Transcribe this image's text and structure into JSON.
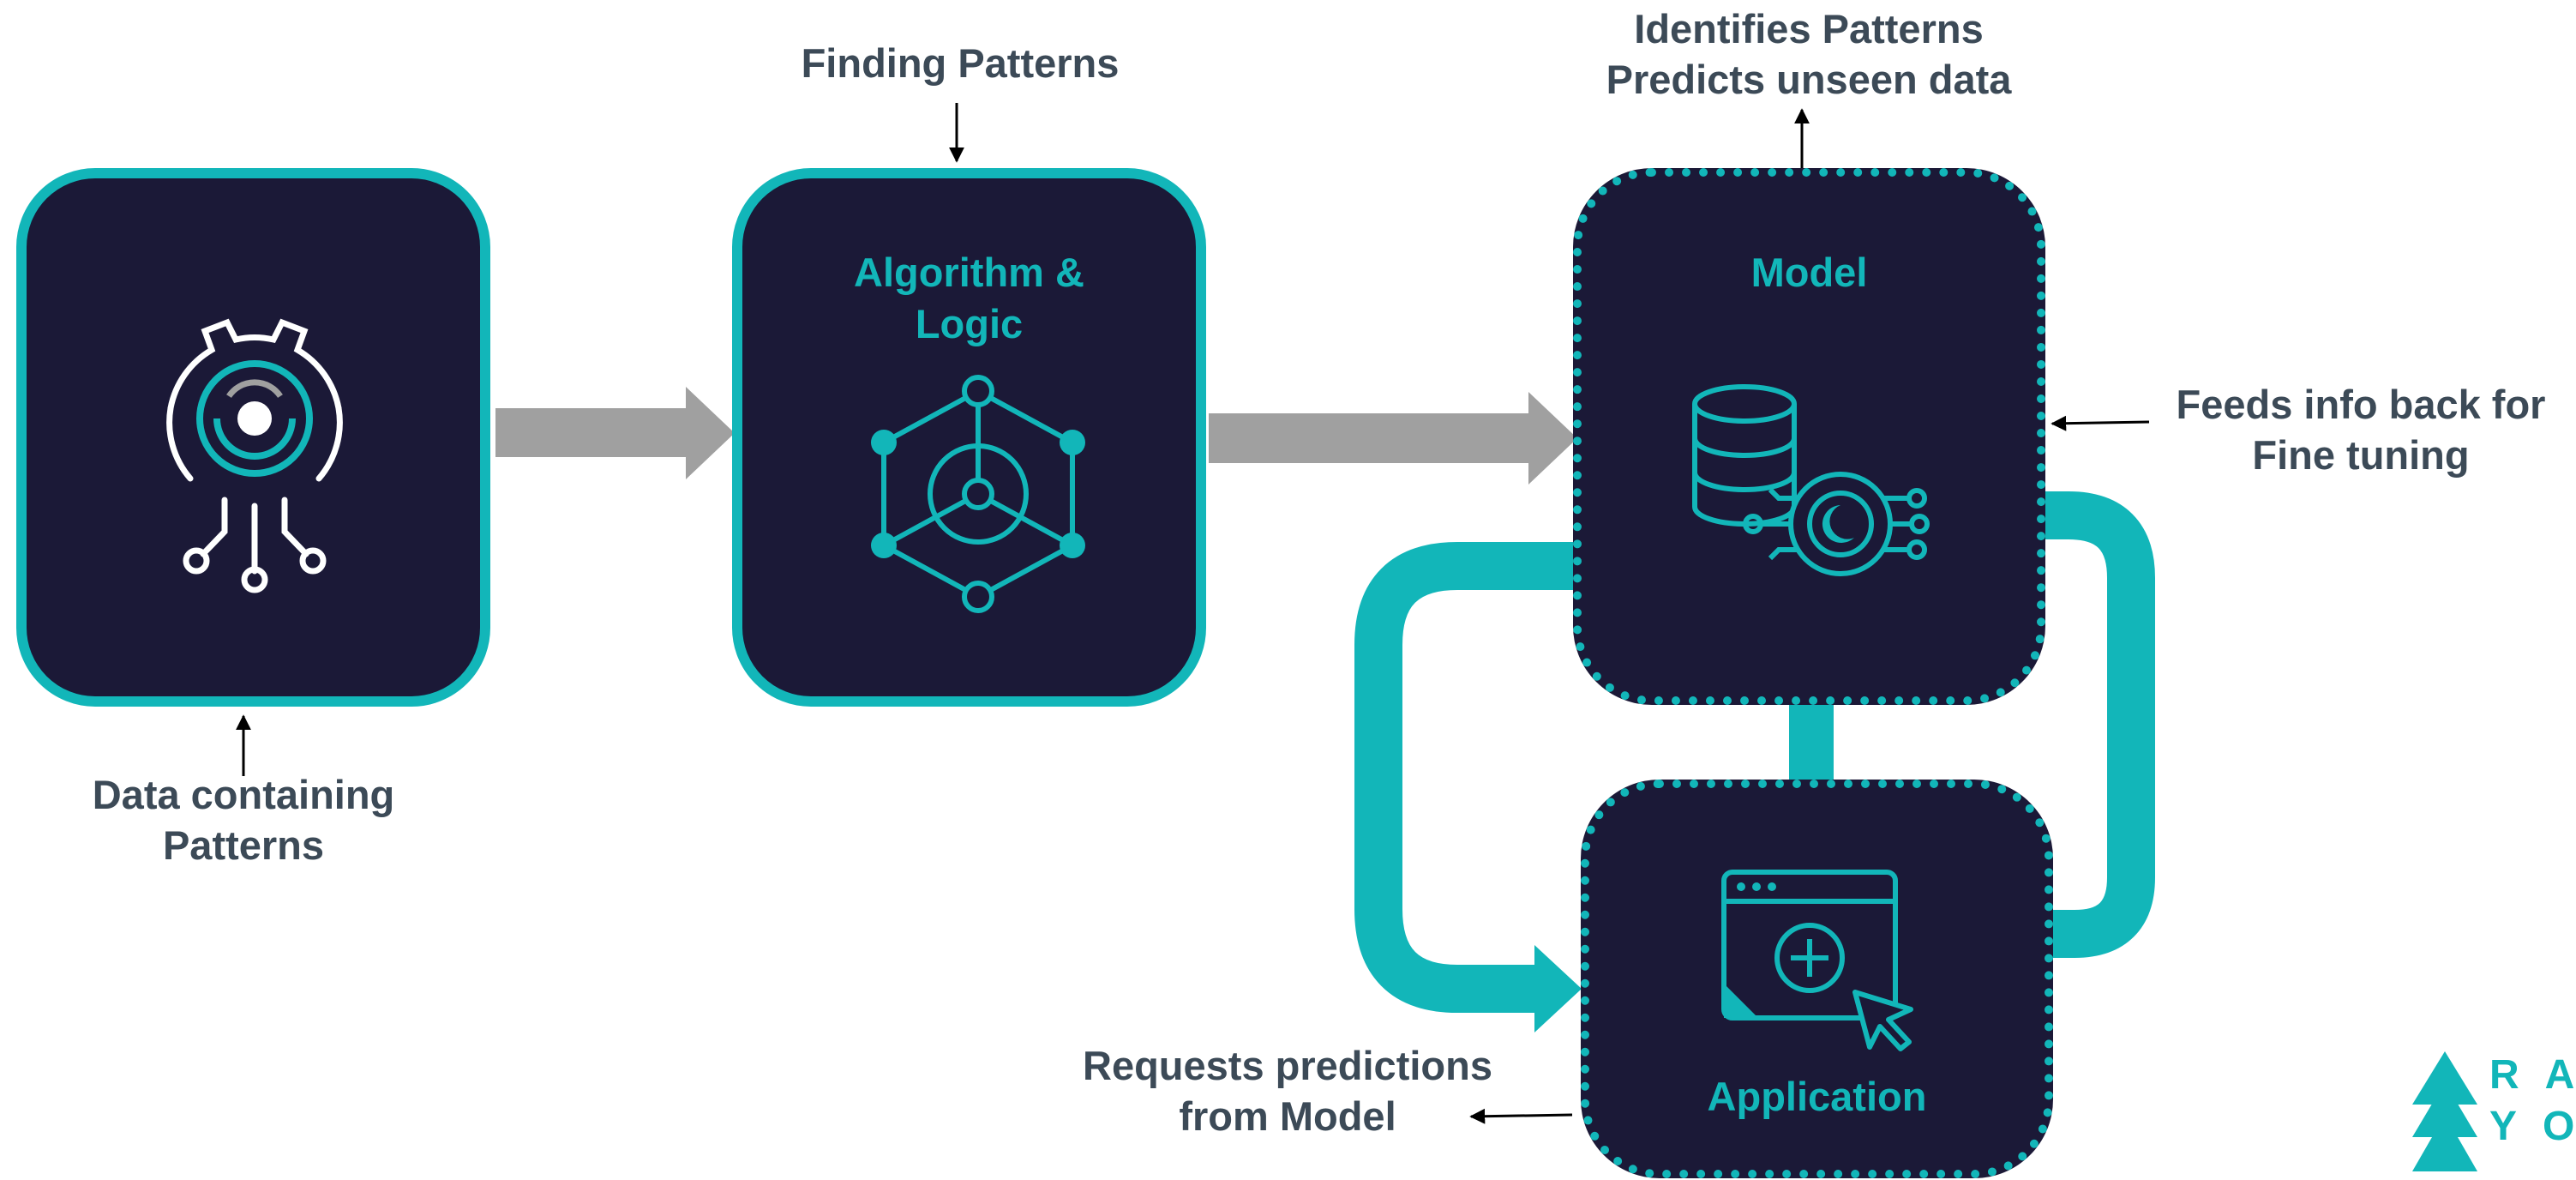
{
  "nodes": {
    "data": {
      "title": "",
      "icon": "gear-circuit-icon"
    },
    "algorithm": {
      "title_line1": "Algorithm &",
      "title_line2": "Logic",
      "icon": "hexagon-network-icon"
    },
    "model": {
      "title": "Model",
      "icon": "database-ai-chip-icon"
    },
    "application": {
      "title": "Application",
      "icon": "browser-window-plus-cursor-icon"
    }
  },
  "captions": {
    "data_line1": "Data containing",
    "data_line2": "Patterns",
    "finding": "Finding Patterns",
    "identifies_line1": "Identifies Patterns",
    "identifies_line2": "Predicts unseen data",
    "feeds_line1": "Feeds info back for",
    "feeds_line2": "Fine tuning",
    "requests_line1": "Requests predictions",
    "requests_line2": "from Model"
  },
  "logo": {
    "line1": "RA",
    "line2": "YO"
  },
  "colors": {
    "teal": "#12b6b9",
    "navy": "#1b1937",
    "gray_arrow": "#a0a0a0",
    "caption_text": "#3c4a57"
  }
}
